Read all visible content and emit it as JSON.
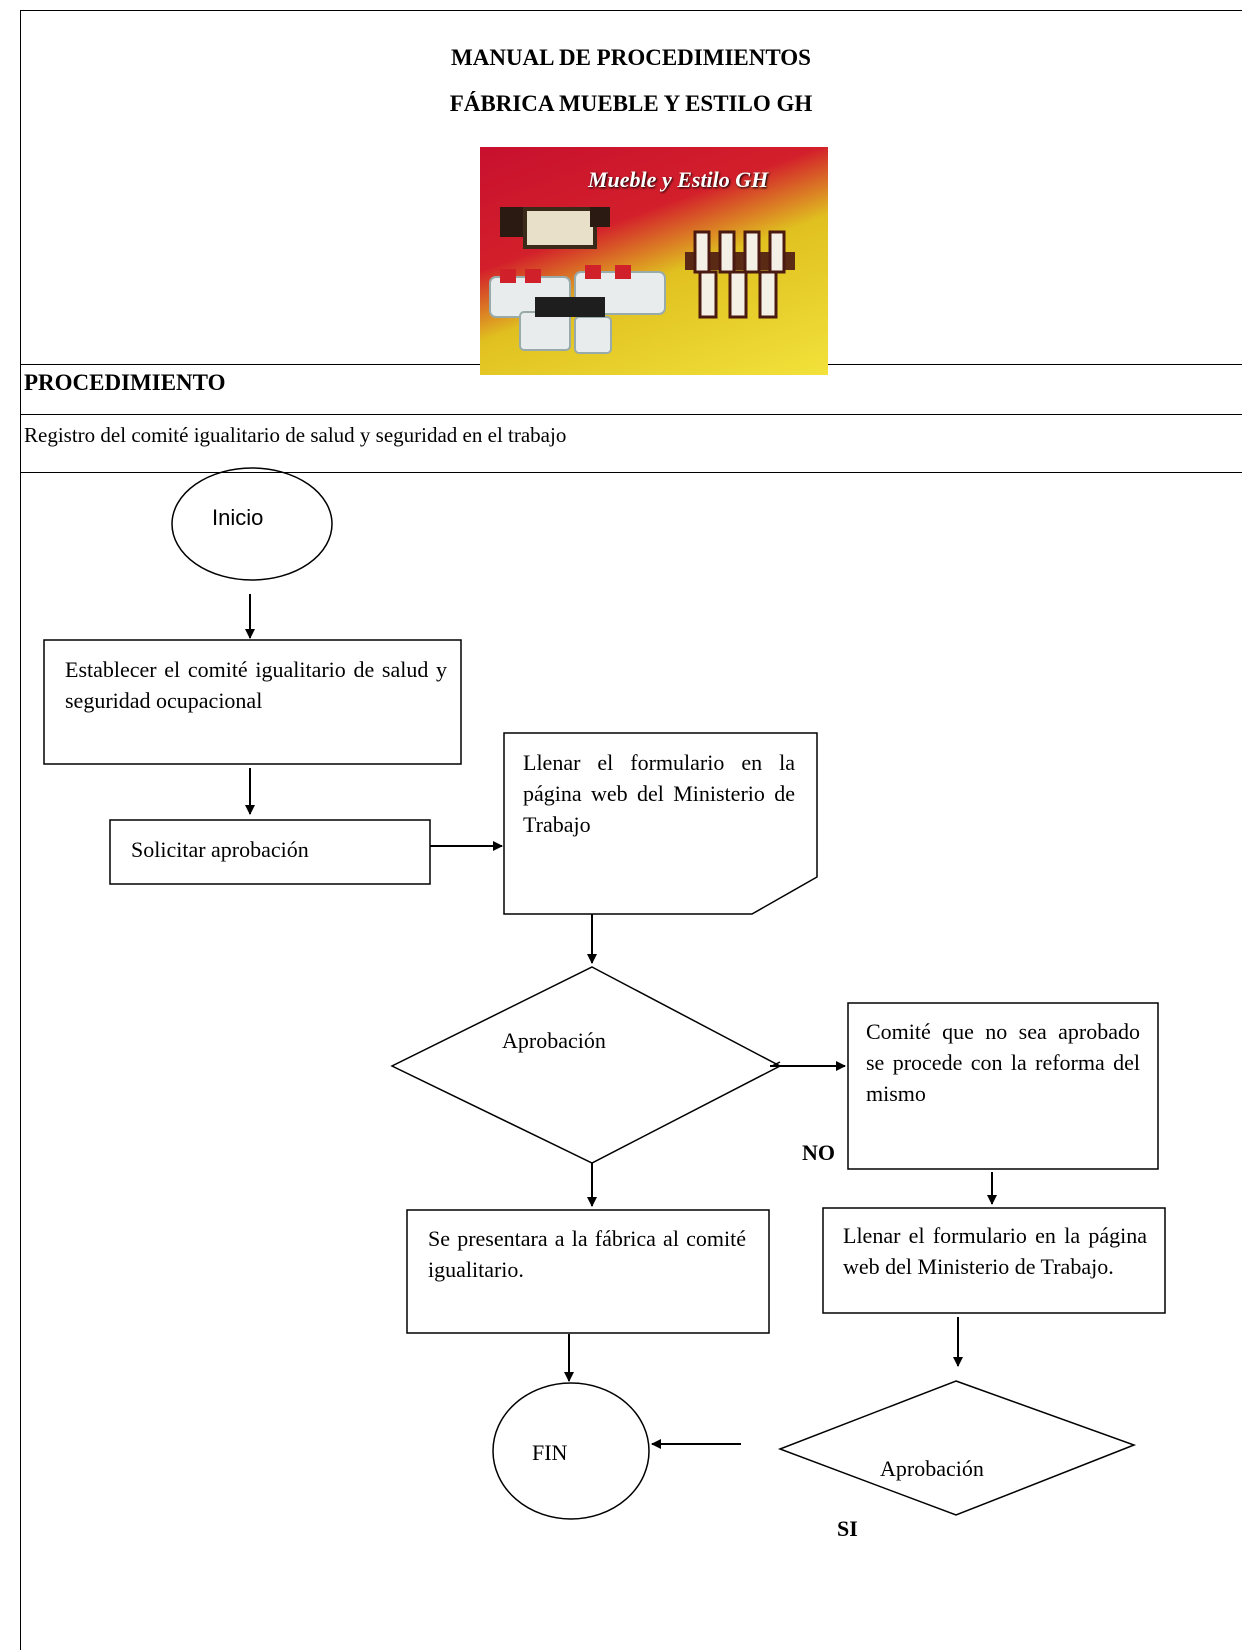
{
  "header": {
    "title_line1": "MANUAL DE PROCEDIMIENTOS",
    "title_line2": "FÁBRICA MUEBLE Y ESTILO GH",
    "logo_text": "Mueble y Estilo GH"
  },
  "procedure": {
    "label": "PROCEDIMIENTO",
    "description": "Registro del comité igualitario de salud y seguridad en el trabajo"
  },
  "flow": {
    "start": "Inicio",
    "step_establish": "Establecer el comité igualitario de salud y seguridad ocupacional",
    "step_request": "Solicitar aprobación",
    "step_form": "Llenar el formulario en la página web del Ministerio de Trabajo",
    "decision_1": "Aprobación",
    "step_reform": "Comité que no sea aprobado se procede con la reforma del mismo",
    "label_no": "NO",
    "step_present": "Se presentara a la fábrica al comité igualitario.",
    "step_form_2": "Llenar el formulario en la página web del Ministerio de Trabajo.",
    "decision_2": "Aprobación",
    "label_si": "SI",
    "end": "FIN"
  }
}
